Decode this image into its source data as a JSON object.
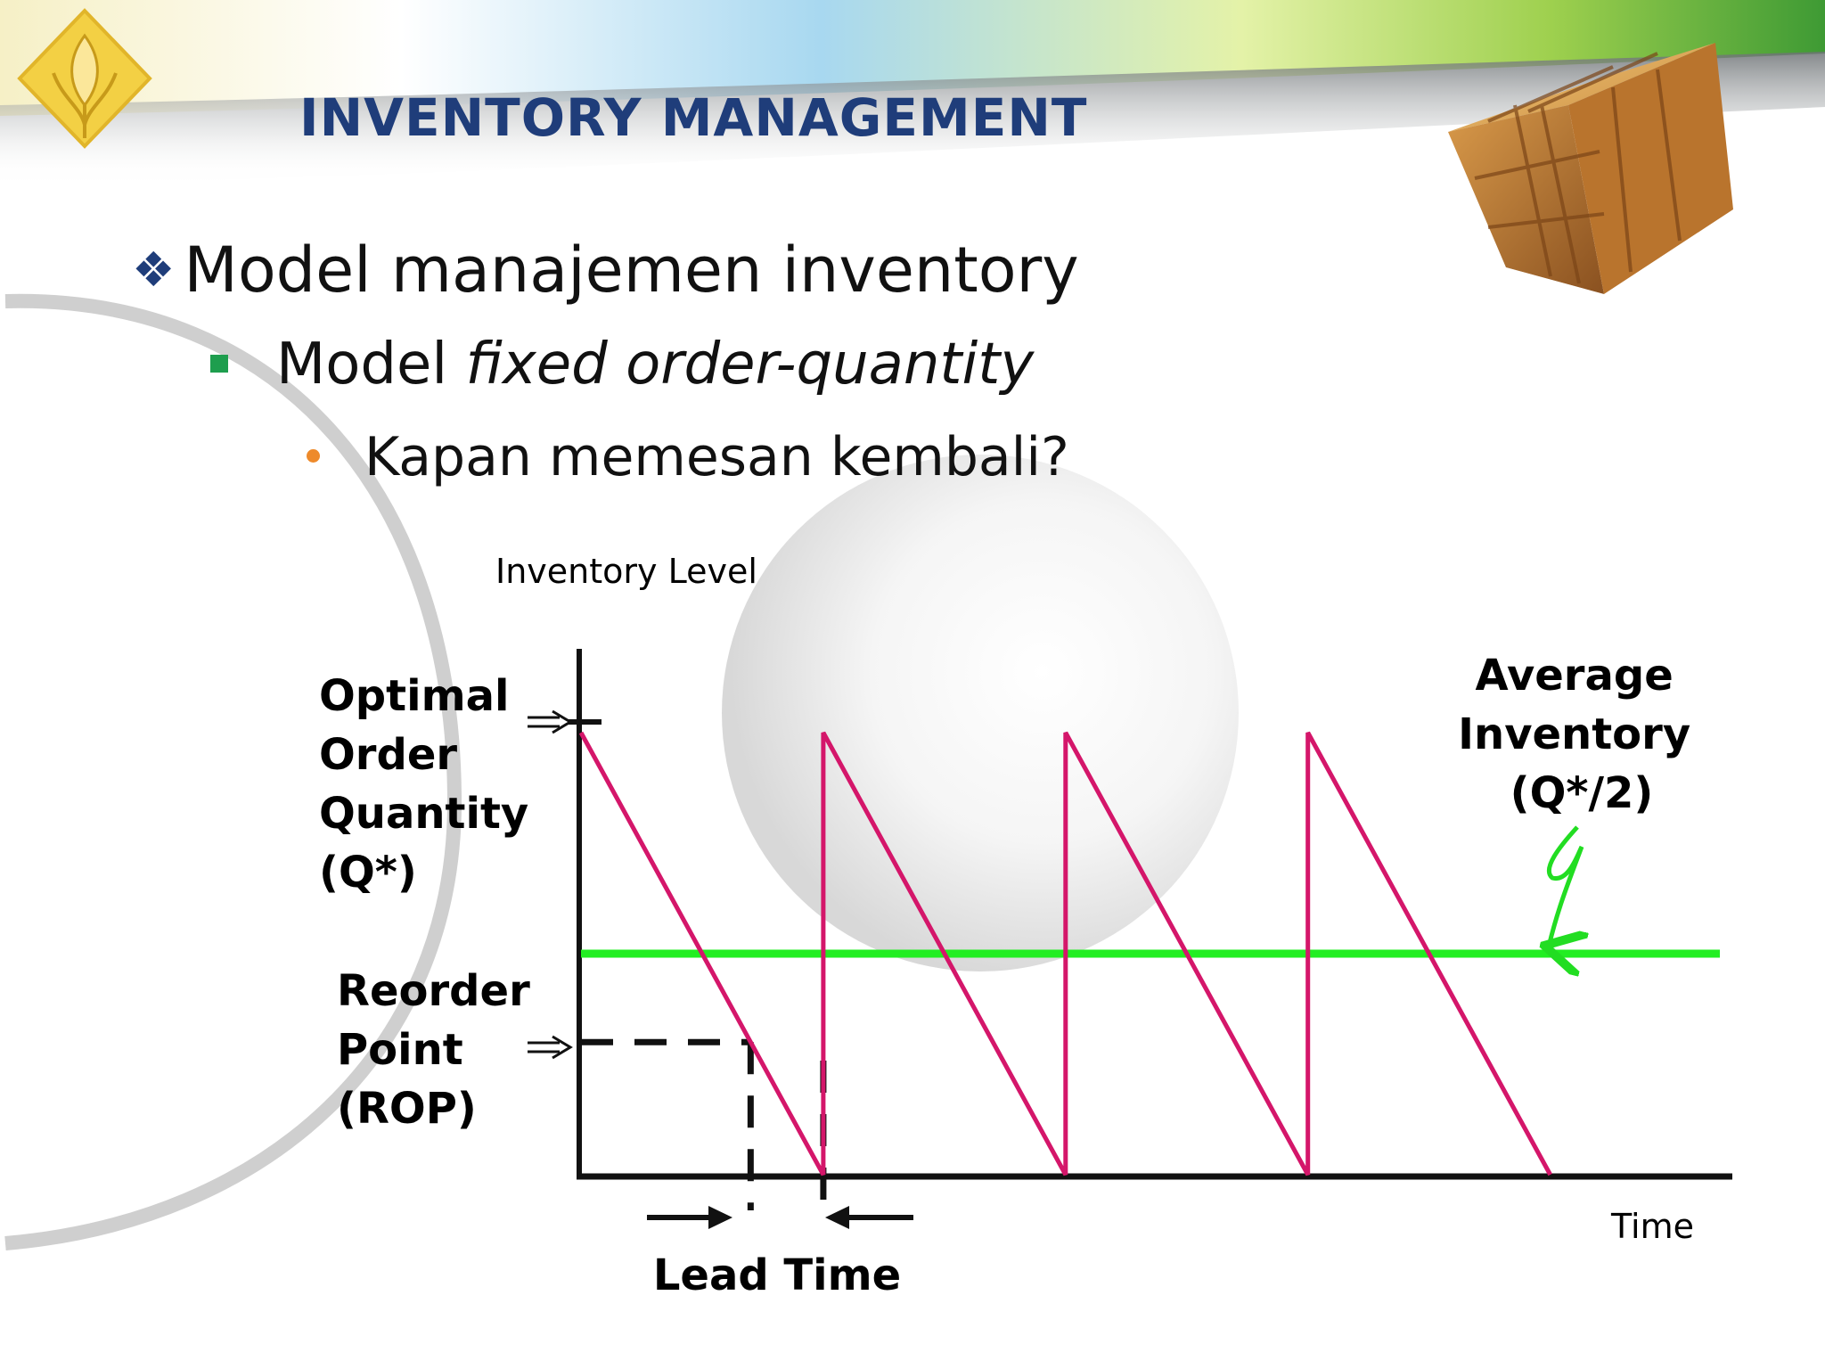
{
  "slide": {
    "title": "INVENTORY MANAGEMENT",
    "bullet_1": "Model manajemen inventory",
    "bullet_2_prefix": "Model ",
    "bullet_2_italic": "fixed order-quantity",
    "bullet_3": "Kapan memesan kembali?"
  },
  "icons": {
    "logo": "tulip-emblem-logo",
    "cube": "photo-cube-decoration",
    "bullet_1_marker": "diamond-cluster-bullet",
    "bullet_2_marker": "square-bullet",
    "bullet_3_marker": "dot-bullet"
  },
  "colors": {
    "title": "#1f3d7a",
    "sawtooth": "#d4166a",
    "average_line": "#22ee22",
    "axes": "#111111",
    "bullet_2": "#1e9e4e",
    "bullet_3": "#ee8a2b"
  },
  "diagram": {
    "y_axis_title": "Inventory Level",
    "x_axis_title": "Time",
    "q_label": [
      "Optimal",
      "Order",
      "Quantity",
      "(Q*)"
    ],
    "rop_label": [
      "Reorder",
      "Point",
      "(ROP)"
    ],
    "avg_label": [
      "Average",
      "Inventory",
      "(Q*/2)"
    ],
    "lead_time_label": "Lead Time"
  },
  "chart_data": {
    "type": "line",
    "series": [
      {
        "values": [
          [
            0,
            1.0
          ],
          [
            1,
            0
          ],
          [
            1,
            1.0
          ],
          [
            2,
            0
          ],
          [
            2,
            1.0
          ],
          [
            3,
            0
          ],
          [
            3,
            1.0
          ],
          [
            4,
            0
          ]
        ]
      },
      {
        "values": [
          [
            0,
            0.5
          ],
          [
            4.7,
            0.5
          ]
        ]
      }
    ],
    "reorder_point": 0.3,
    "lead_time": [
      0.7,
      1.0
    ],
    "xlim": [
      0,
      4.7
    ],
    "ylim": [
      0,
      1.0
    ],
    "xlabel": "Time",
    "ylabel": "Inventory Level"
  }
}
